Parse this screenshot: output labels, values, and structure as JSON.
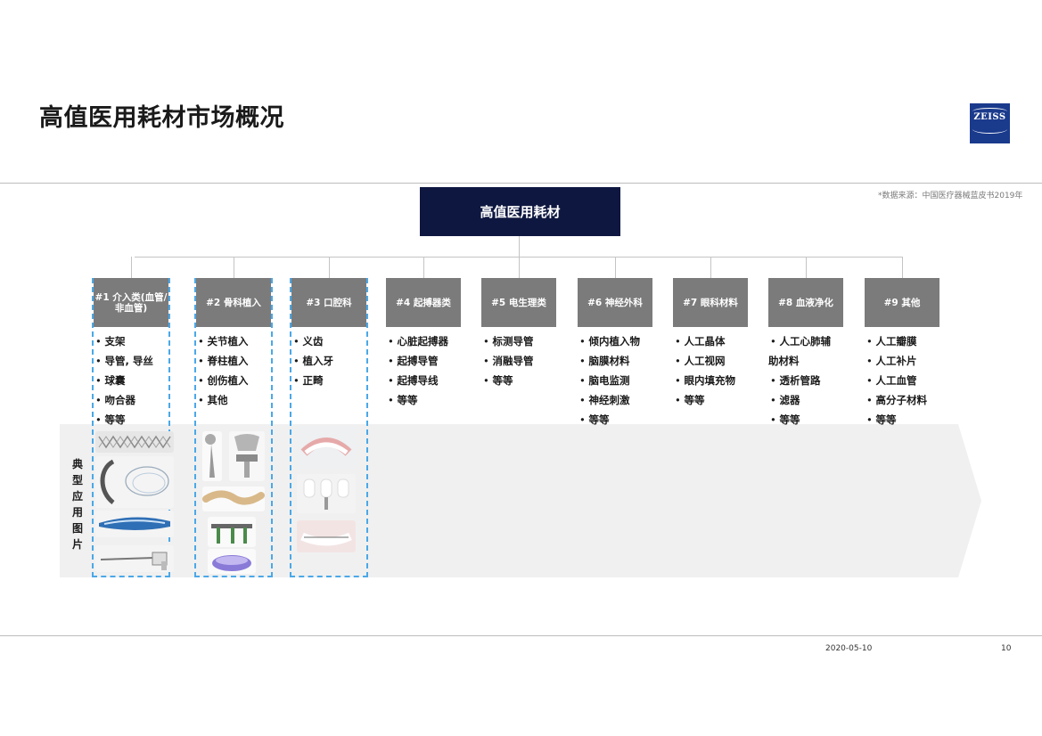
{
  "slide": {
    "title": "高值医用耗材市场概况",
    "source_note": "*数据来源：中国医疗器械蓝皮书2019年",
    "date": "2020-05-10",
    "page_number": "10"
  },
  "logo": {
    "text": "ZEISS",
    "color": "#1a3a8c"
  },
  "diagram": {
    "root_label": "高值医用耗材",
    "band_label": [
      "典",
      "型",
      "应",
      "用",
      "图",
      "片"
    ],
    "colors": {
      "root": "#0e1740",
      "category": "#7b7b7b",
      "highlight_dash": "#4aa8e8",
      "band": "#f0f0f0"
    },
    "categories": [
      {
        "label_line1": "#1 介入类(血管/",
        "label_line2": "非血管)",
        "items": [
          "支架",
          "导管, 导丝",
          "球囊",
          "吻合器",
          "等等"
        ],
        "highlighted": true,
        "images": [
          "stent-image",
          "catheter-coil-image",
          "balloon-catheter-image",
          "stapler-image"
        ]
      },
      {
        "label_line1": "#2 骨科植入",
        "label_line2": "",
        "items": [
          "关节植入",
          "脊柱植入",
          "创伤植入",
          "其他"
        ],
        "highlighted": true,
        "images": [
          "hip-implant-image",
          "knee-implant-image",
          "bone-plate-image",
          "spine-screw-image",
          "cage-image"
        ]
      },
      {
        "label_line1": "#3 口腔科",
        "label_line2": "",
        "items": [
          "义齿",
          "植入牙",
          "正畸"
        ],
        "highlighted": true,
        "images": [
          "denture-image",
          "dental-implant-image",
          "braces-image"
        ]
      },
      {
        "label_line1": "#4 起搏器类",
        "label_line2": "",
        "items": [
          "心脏起搏器",
          "起搏导管",
          "起搏导线",
          "等等"
        ],
        "highlighted": false
      },
      {
        "label_line1": "#5 电生理类",
        "label_line2": "",
        "items": [
          "标测导管",
          "消融导管",
          "等等"
        ],
        "highlighted": false
      },
      {
        "label_line1": "#6 神经外科",
        "label_line2": "",
        "items": [
          "倾内植入物",
          "脑膜材料",
          "脑电监测",
          "神经刺激",
          "等等"
        ],
        "highlighted": false
      },
      {
        "label_line1": "#7 眼科材料",
        "label_line2": "",
        "items": [
          "人工晶体",
          "人工视网",
          "眼内填充物",
          "等等"
        ],
        "highlighted": false
      },
      {
        "label_line1": "#8 血液净化",
        "label_line2": "",
        "items": [
          "人工心肺辅",
          "助材料",
          "透析管路",
          "滤器",
          "等等"
        ],
        "highlighted": false,
        "continuation_index": 1
      },
      {
        "label_line1": "#9 其他",
        "label_line2": "",
        "items": [
          "人工瓣膜",
          "人工补片",
          "人工血管",
          "高分子材料",
          "等等"
        ],
        "highlighted": false
      }
    ]
  }
}
